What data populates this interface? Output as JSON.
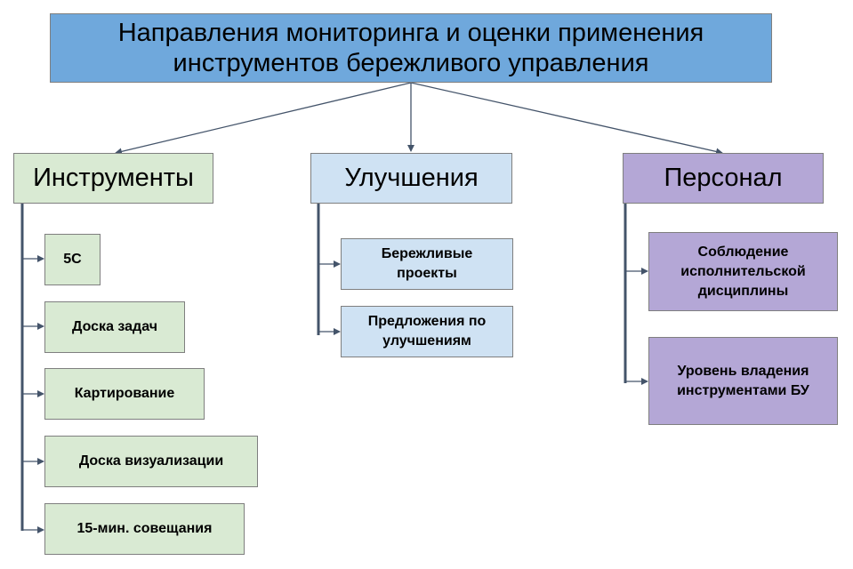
{
  "root": {
    "line1": "Направления мониторинга и оценки применения",
    "line2": "инструментов бережливого управления"
  },
  "categories": {
    "tools": {
      "label": "Инструменты",
      "items": [
        "5С",
        "Доска задач",
        "Картирование",
        "Доска визуализации",
        "15-мин. совещания"
      ]
    },
    "improvements": {
      "label": "Улучшения",
      "items": [
        {
          "line1": "Бережливые",
          "line2": "проекты"
        },
        {
          "line1": "Предложения по",
          "line2": "улучшениям"
        }
      ]
    },
    "staff": {
      "label": "Персонал",
      "items": [
        {
          "line1": "Соблюдение",
          "line2": "исполнительской",
          "line3": "дисциплины"
        },
        {
          "line1": "Уровень владения",
          "line2": "инструментами БУ"
        }
      ]
    }
  },
  "colors": {
    "root": "#6fa8dc",
    "green": "#d9ead3",
    "blue": "#cfe2f3",
    "purple": "#b4a7d6",
    "connector": "#44546a"
  }
}
